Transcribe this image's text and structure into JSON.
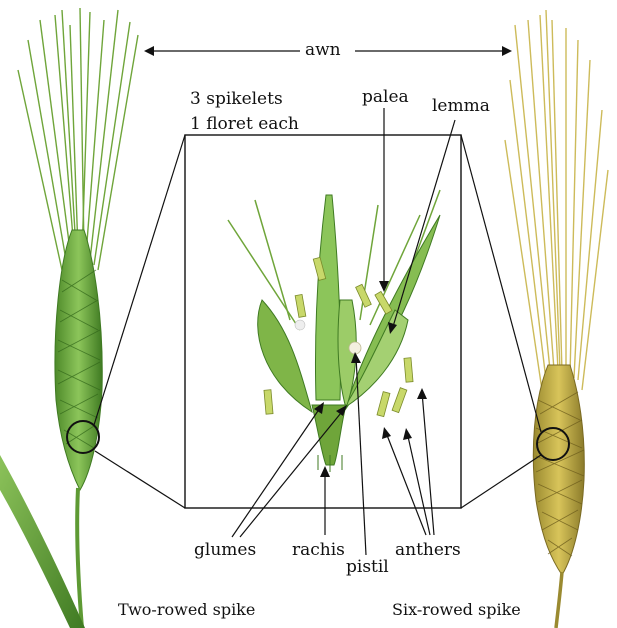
{
  "labels": {
    "awn": "awn",
    "spikelets_line1": "3 spikelets",
    "spikelets_line2": "1 floret each",
    "palea": "palea",
    "lemma": "lemma",
    "glumes": "glumes",
    "rachis": "rachis",
    "pistil": "pistil",
    "anthers": "anthers"
  },
  "captions": {
    "left": "Two-rowed spike",
    "right": "Six-rowed spike"
  },
  "colors": {
    "two_rowed_green": "#6fa53a",
    "two_rowed_dark": "#3f7a22",
    "six_rowed_gold": "#c9b247",
    "six_rowed_dark": "#8a7a2a",
    "floret_green": "#7fb548",
    "line": "#111111"
  }
}
